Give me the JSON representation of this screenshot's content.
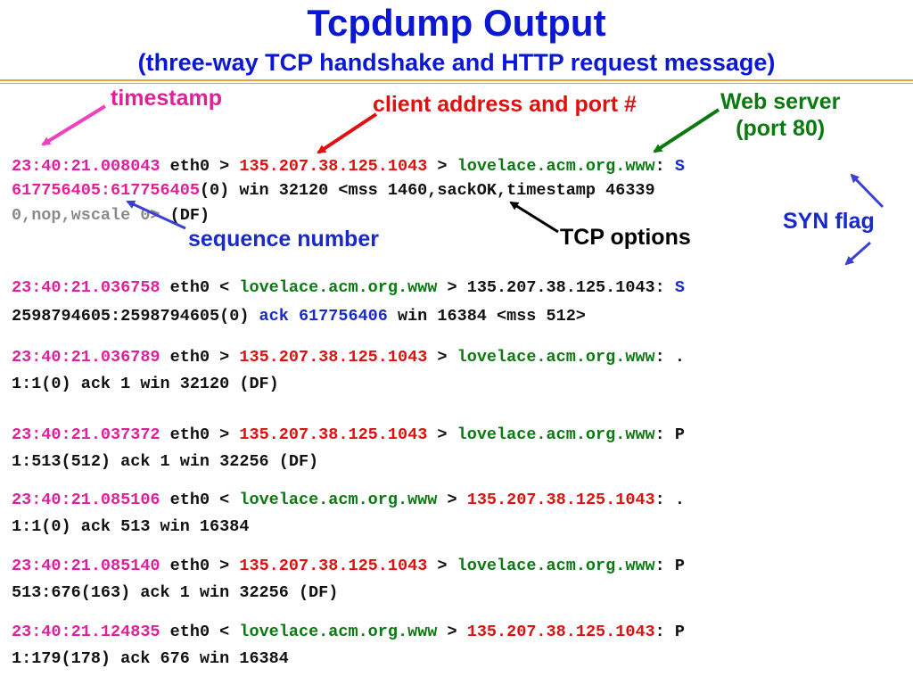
{
  "header": {
    "title": "Tcpdump Output",
    "subtitle": "(three-way TCP handshake and HTTP request message)"
  },
  "callouts": {
    "timestamp": "timestamp",
    "client": "client address and port #",
    "webserver_line1": "Web server",
    "webserver_line2": "(port 80)",
    "syn_flag": "SYN flag",
    "sequence_number": "sequence number",
    "tcp_options": "TCP options"
  },
  "colors": {
    "title": "#0a18d6",
    "timestamp": "#e0209a",
    "ip": "#e01010",
    "host": "#0a7a10",
    "flag": "#1a2ac8",
    "rule": "#e8a13a",
    "options_grey": "#8a8a8a"
  },
  "packets": [
    {
      "timestamp": "23:40:21.008043",
      "iface": " eth0 > ",
      "src": "135.207.38.125.1043",
      "dir": " > ",
      "dst": "lovelace.acm.org.www",
      "colon": ": ",
      "flag": "S",
      "seq": "617756405:617756405",
      "line2_rest": "(0) win 32120 <mss 1460,sackOK,timestamp 46339",
      "line3_grey": "0,nop,wscale 0>",
      "line3_rest": " (DF)"
    },
    {
      "timestamp": "23:40:21.036758",
      "iface": " eth0 < ",
      "src": "lovelace.acm.org.www",
      "dir": " > ",
      "dst": "135.207.38.125.1043",
      "colon": ": ",
      "flag": "S",
      "line2_pre": "2598794605:2598794605(0) ",
      "ack": "ack 617756406",
      "line2_rest": " win 16384 <mss 512>"
    },
    {
      "timestamp": "23:40:21.036789",
      "iface": " eth0 > ",
      "src": "135.207.38.125.1043",
      "dir": " > ",
      "dst": "lovelace.acm.org.www",
      "colon": ": ",
      "flag": ".",
      "line2": "1:1(0) ack 1 win 32120 (DF)"
    },
    {
      "timestamp": "23:40:21.037372",
      "iface": " eth0 > ",
      "src": "135.207.38.125.1043",
      "dir": " > ",
      "dst": "lovelace.acm.org.www",
      "colon": ": ",
      "flag": "P",
      "line2": "1:513(512) ack 1 win 32256 (DF)"
    },
    {
      "timestamp": "23:40:21.085106",
      "iface": " eth0 < ",
      "src": "lovelace.acm.org.www",
      "dir": " > ",
      "dst": "135.207.38.125.1043",
      "colon": ": ",
      "flag": ".",
      "line2": "1:1(0) ack 513 win 16384"
    },
    {
      "timestamp": "23:40:21.085140",
      "iface": " eth0 > ",
      "src": "135.207.38.125.1043",
      "dir": " > ",
      "dst": "lovelace.acm.org.www",
      "colon": ": ",
      "flag": "P",
      "line2": "513:676(163) ack 1 win 32256 (DF)"
    },
    {
      "timestamp": "23:40:21.124835",
      "iface": " eth0 < ",
      "src": "lovelace.acm.org.www",
      "dir": " > ",
      "dst": "135.207.38.125.1043",
      "colon": ": ",
      "flag": "P",
      "line2": "1:179(178) ack 676 win 16384"
    }
  ]
}
